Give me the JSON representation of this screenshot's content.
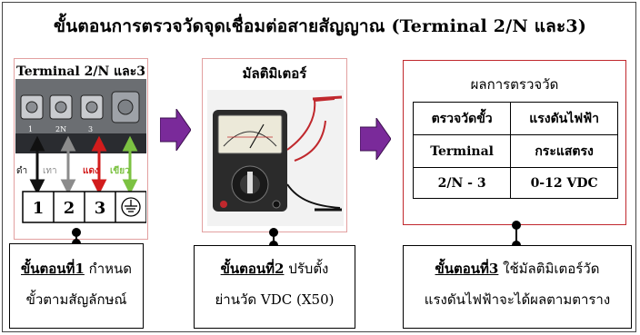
{
  "title": "ขั้นตอนการตรวจวัดจุดเชื่อมต่อสายสัญญาณ (Terminal 2/N และ3)",
  "panel1": {
    "title": "Terminal 2/N และ3",
    "terminal_numbers": [
      "1",
      "2",
      "3"
    ],
    "photo_labels": [
      "ดำ",
      "เทา",
      "แดง",
      "เขียว"
    ],
    "screw_marks": [
      "1",
      "2N",
      "3"
    ]
  },
  "panel2": {
    "title": "มัลติมิเตอร์"
  },
  "panel3": {
    "title": "ผลการตรวจวัด",
    "headers": [
      [
        "ตรวจวัดขั้ว",
        "Terminal"
      ],
      [
        "แรงดันไฟฟ้า",
        "กระแสตรง"
      ]
    ],
    "row": [
      "2/N - 3",
      "0-12 VDC"
    ]
  },
  "steps": [
    {
      "label": "ขั้นตอนที่1",
      "line1": " กำหนด",
      "line2": "ขั้วตามสัญลักษณ์"
    },
    {
      "label": "ขั้นตอนที่2",
      "line1": " ปรับตั้ง",
      "line2": "ย่านวัด VDC (X50)"
    },
    {
      "label": "ขั้นตอนที่3",
      "line1": " ใช้มัลติมิเตอร์วัด",
      "line2": "แรงดันไฟฟ้าจะได้ผลตามตาราง"
    }
  ],
  "colors": {
    "arrow": "#7a2a9a",
    "panel_border": "#e2a0a0",
    "result_border": "#c0282d",
    "wire_black": "#111111",
    "wire_grey": "#8c8c8c",
    "wire_red": "#d21c1c",
    "wire_green": "#7cc242"
  }
}
